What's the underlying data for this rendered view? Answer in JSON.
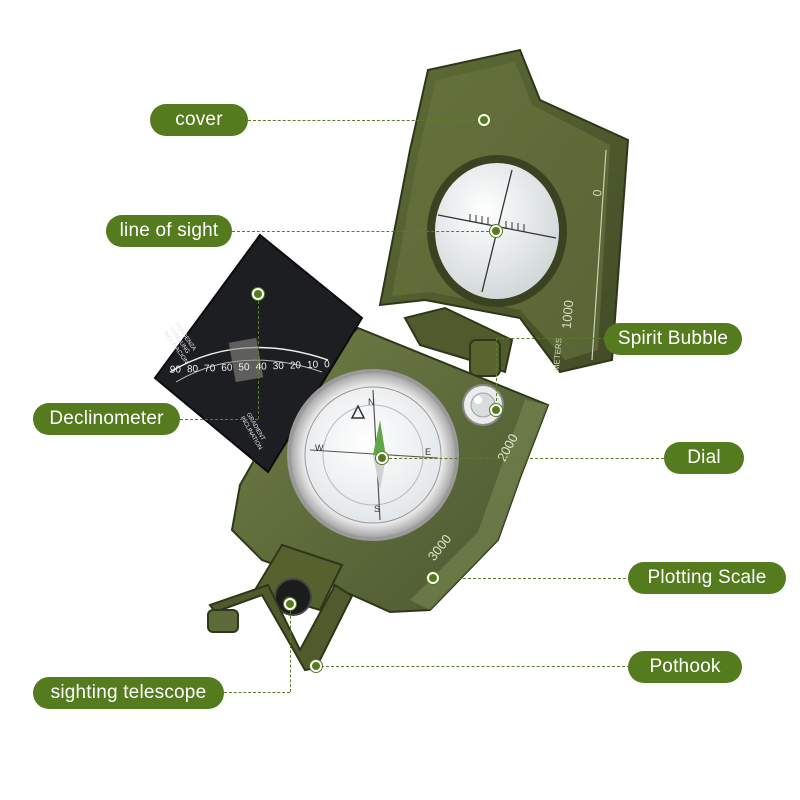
{
  "colors": {
    "label_bg": "#557b1f",
    "label_text": "#ffffff",
    "body_green": "#5d6b3a",
    "background": "#ffffff"
  },
  "labels": {
    "cover": "cover",
    "line_of_sight": "line of sight",
    "declinometer": "Declinometer",
    "sighting_telescope": "sighting telescope",
    "spirit_bubble": "Spirit Bubble",
    "dial": "Dial",
    "plotting_scale": "Plotting Scale",
    "pothook": "Pothook"
  },
  "ruler_marks": [
    "0",
    "1000",
    "2000",
    "3000"
  ],
  "ruler_unit": "METERS",
  "clinometer_scale": [
    "90",
    "80",
    "70",
    "60",
    "50",
    "40",
    "30",
    "20",
    "10",
    "0"
  ],
  "clinometer_text": [
    "PENDENZA",
    "STEIGUNG",
    "INCLINACION",
    "GRADIENT",
    "INCLINATION"
  ],
  "compass_card": [
    "N",
    "E",
    "S",
    "W"
  ]
}
